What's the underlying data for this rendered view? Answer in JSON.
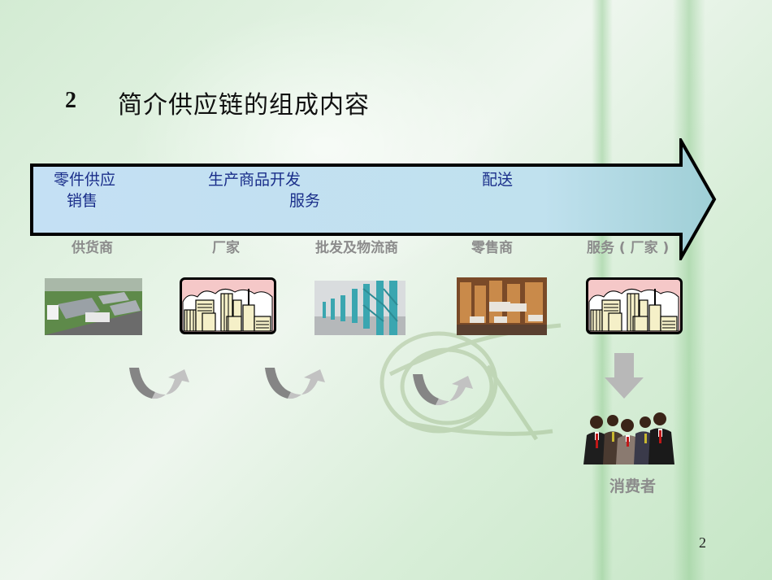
{
  "slide": {
    "title_number": "2",
    "title": "简介供应链的组成内容",
    "page_number": "2"
  },
  "arrow": {
    "fill_color": "#bfe0ef",
    "stroke_color": "#000000",
    "labels": {
      "parts_supply": "零件供应",
      "sales": "销售",
      "production_dev": "生产商品开发",
      "service": "服务",
      "delivery": "配送"
    }
  },
  "stages": [
    {
      "label": "供货商",
      "image": "factory-aerial-photo"
    },
    {
      "label": "厂家",
      "image": "city-skyline-clipart"
    },
    {
      "label": "批发及物流商",
      "image": "warehouse-racks-photo"
    },
    {
      "label": "零售商",
      "image": "retail-shelves-photo"
    },
    {
      "label": "服务 ( 厂家 )",
      "image": "city-skyline-clipart"
    }
  ],
  "connectors": [
    {
      "type": "curved-up-arrow",
      "color": "#8a8a8a"
    },
    {
      "type": "curved-up-arrow",
      "color": "#8a8a8a"
    },
    {
      "type": "curved-up-arrow",
      "color": "#8a8a8a"
    }
  ],
  "consumer": {
    "arrow": "down-arrow",
    "image": "businessmen-group-clipart",
    "label": "消费者"
  },
  "colors": {
    "background": "#d3ebd3",
    "label_gray": "#8c8c8c",
    "arrow_text": "#1a2e8a",
    "clipart_pink": "#f5c8c8"
  }
}
